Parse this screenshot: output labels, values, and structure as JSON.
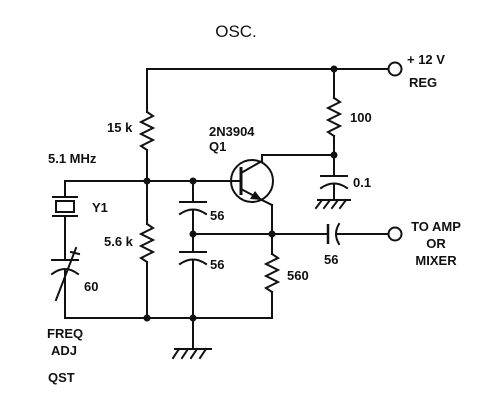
{
  "title": "OSC.",
  "supply": {
    "voltage": "+ 12 V",
    "note": "REG"
  },
  "transistor": {
    "part": "2N3904",
    "ref": "Q1"
  },
  "crystal": {
    "freq": "5.1 MHz",
    "ref": "Y1"
  },
  "trimmer": {
    "value": "60"
  },
  "resistors": {
    "r_top": "15 k",
    "r_bottom": "5.6 k",
    "r_collector": "100",
    "r_emitter": "560"
  },
  "capacitors": {
    "c_bypass": "0.1",
    "c_upper": "56",
    "c_lower": "56",
    "c_output": "56"
  },
  "output": {
    "line1": "TO AMP",
    "line2": "OR",
    "line3": "MIXER"
  },
  "freq_adj": {
    "line1": "FREQ",
    "line2": "ADJ"
  },
  "credit": "QST"
}
